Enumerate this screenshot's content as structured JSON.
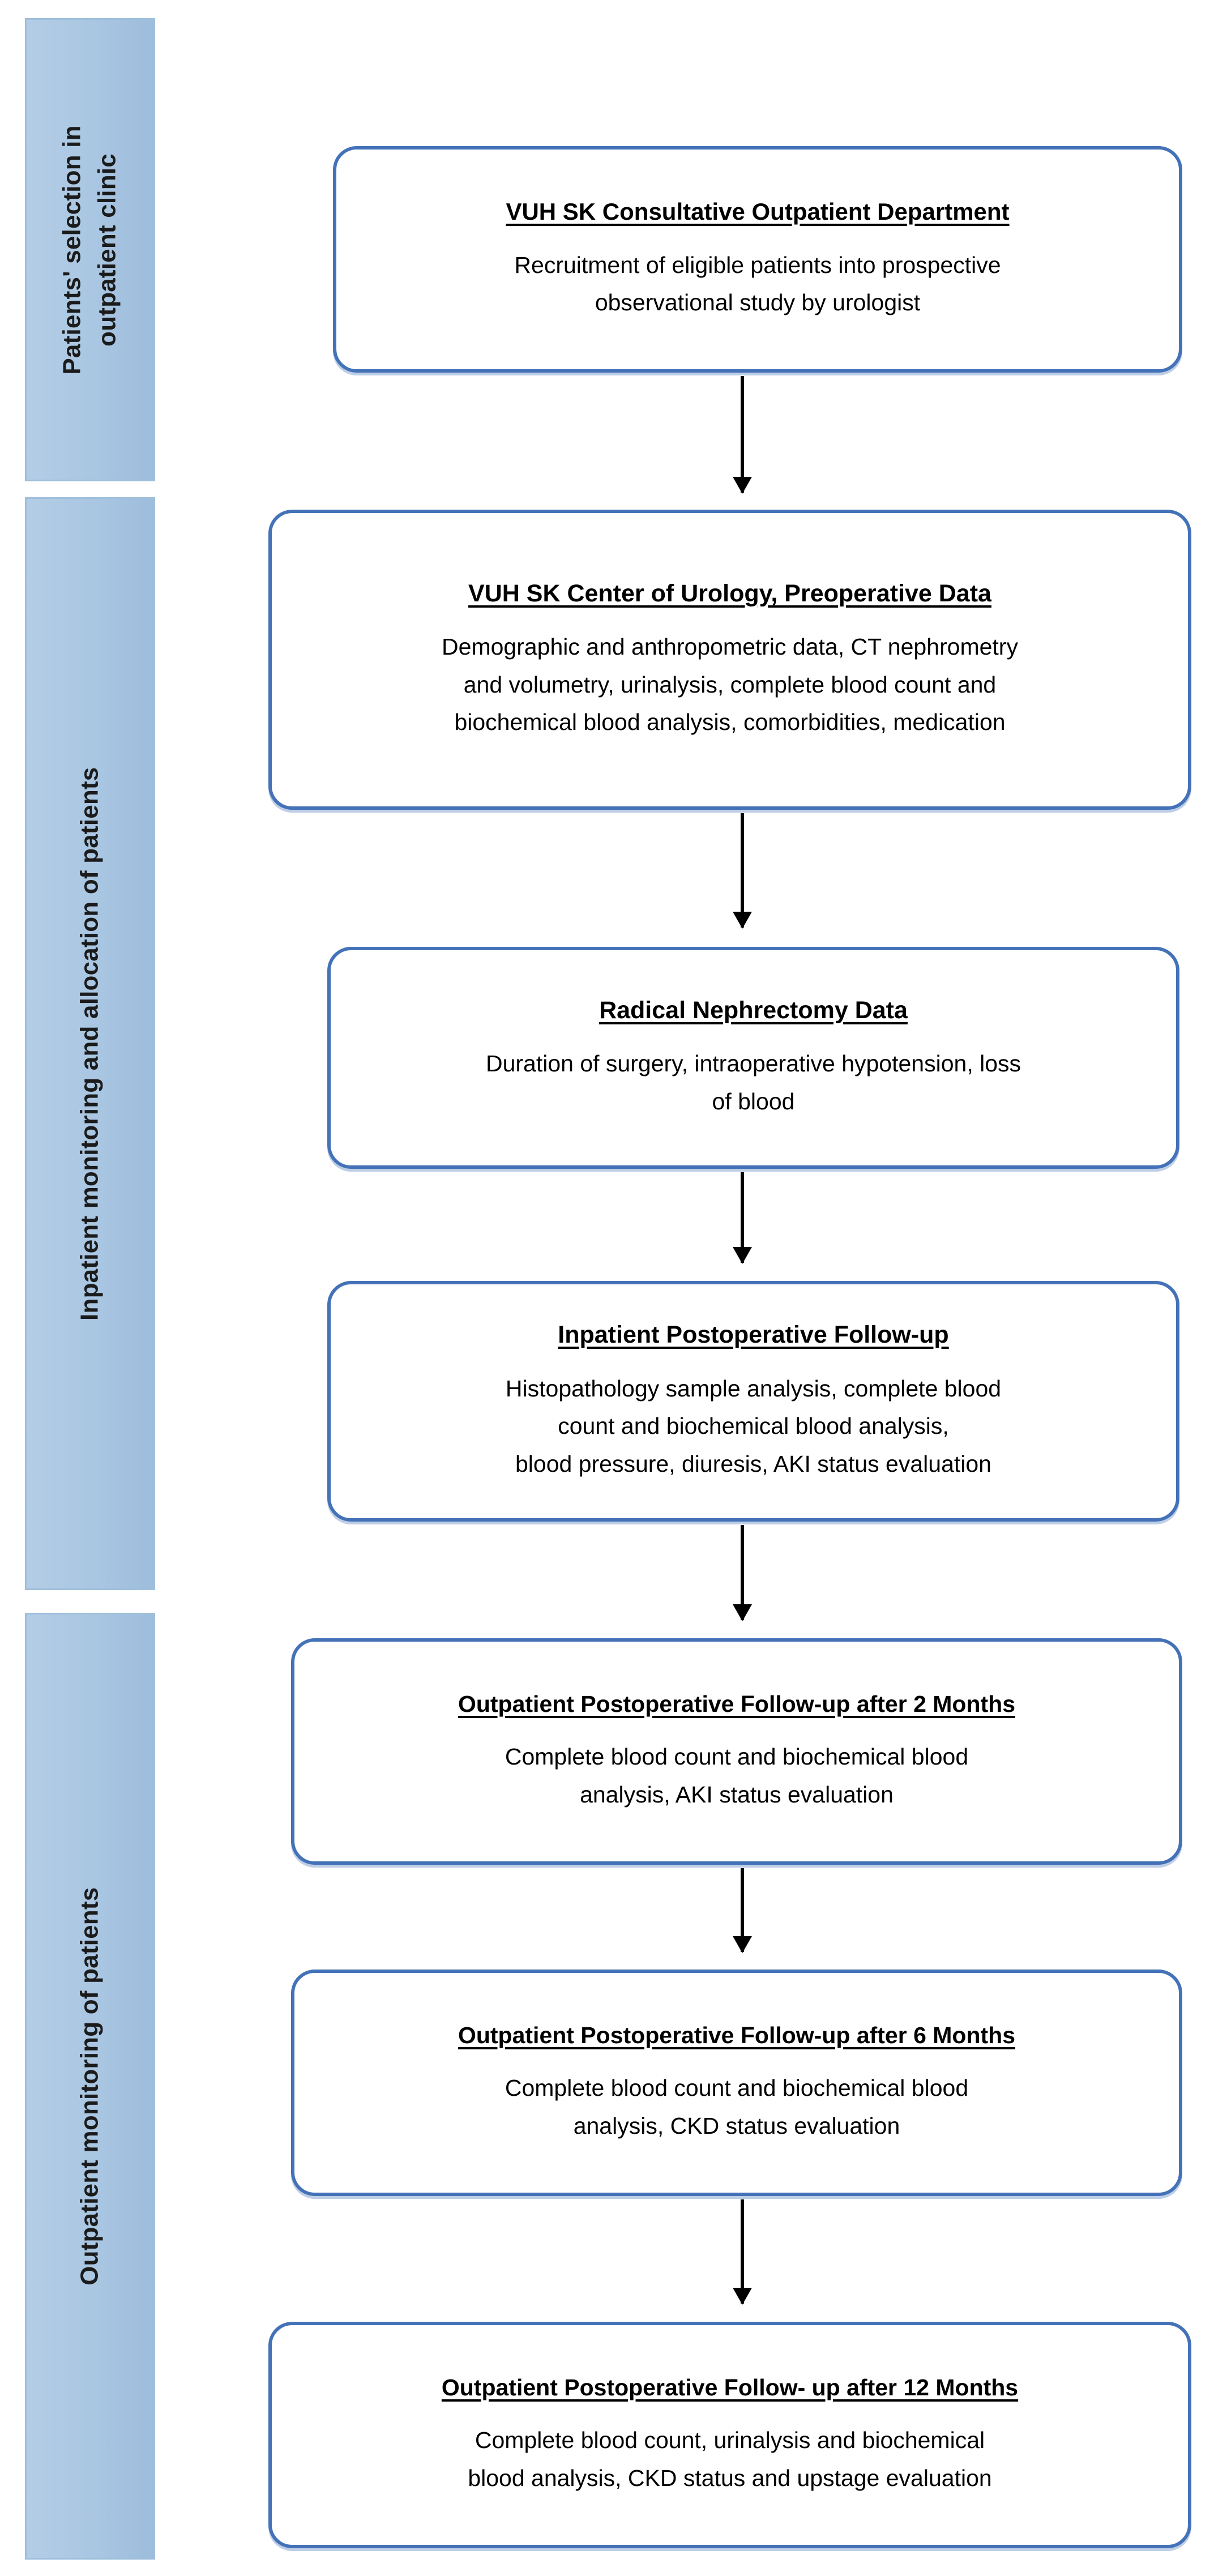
{
  "diagram": {
    "title": "Study workflow flowchart",
    "accent_color": "#4472b8",
    "banner_color": "#a9c6e2",
    "arrow_color": "#000000",
    "phases": [
      {
        "id": "patients-selection",
        "line1": "Patients' selection in",
        "line2": "outpatient clinic"
      },
      {
        "id": "inpatient-monitoring",
        "line1": "Inpatient monitoring and allocation of patients",
        "line2": ""
      },
      {
        "id": "outpatient-monitoring",
        "line1": "Outpatient monitoring of patients",
        "line2": ""
      }
    ],
    "steps": [
      {
        "id": "consultative-outpatient-department",
        "title": "VUH SK Consultative Outpatient Department",
        "body_line1": "Recruitment of eligible patients into prospective",
        "body_line2": "observational study by urologist"
      },
      {
        "id": "center-of-urology-preoperative-data",
        "title": "VUH SK Center of Urology, Preoperative Data",
        "body_line1": "Demographic and anthropometric data, CT nephrometry",
        "body_line2": "and volumetry, urinalysis, complete blood count and",
        "body_line3": "biochemical blood analysis, comorbidities, medication"
      },
      {
        "id": "radical-nephrectomy-data",
        "title": "Radical Nephrectomy Data",
        "body_line1": "Duration of surgery, intraoperative hypotension, loss",
        "body_line2": "of blood"
      },
      {
        "id": "inpatient-postoperative-follow-up",
        "title": "Inpatient Postoperative Follow-up",
        "body_line1": "Histopathology sample analysis, complete blood",
        "body_line2": "count and biochemical blood analysis,",
        "body_line3": "blood pressure, diuresis, AKI status evaluation"
      },
      {
        "id": "outpatient-follow-up-2-months",
        "title": "Outpatient Postoperative Follow-up after 2 Months",
        "body_line1": "Complete blood count and biochemical blood",
        "body_line2": "analysis, AKI status evaluation"
      },
      {
        "id": "outpatient-follow-up-6-months",
        "title": "Outpatient Postoperative Follow-up after 6 Months",
        "body_line1": "Complete blood count and biochemical blood",
        "body_line2": "analysis, CKD status evaluation"
      },
      {
        "id": "outpatient-follow-up-12-months",
        "title": "Outpatient Postoperative Follow- up after 12 Months",
        "body_line1": "Complete blood count, urinalysis and biochemical",
        "body_line2": "blood analysis, CKD status and upstage evaluation"
      }
    ],
    "connectors": [
      {
        "id": "arrow-step1-step2",
        "from": "consultative-outpatient-department",
        "to": "center-of-urology-preoperative-data"
      },
      {
        "id": "arrow-step2-step3",
        "from": "center-of-urology-preoperative-data",
        "to": "radical-nephrectomy-data"
      },
      {
        "id": "arrow-step3-step4",
        "from": "radical-nephrectomy-data",
        "to": "inpatient-postoperative-follow-up"
      },
      {
        "id": "arrow-step4-step5",
        "from": "inpatient-postoperative-follow-up",
        "to": "outpatient-follow-up-2-months"
      },
      {
        "id": "arrow-step5-step6",
        "from": "outpatient-follow-up-2-months",
        "to": "outpatient-follow-up-6-months"
      },
      {
        "id": "arrow-step6-step7",
        "from": "outpatient-follow-up-6-months",
        "to": "outpatient-follow-up-12-months"
      }
    ]
  }
}
